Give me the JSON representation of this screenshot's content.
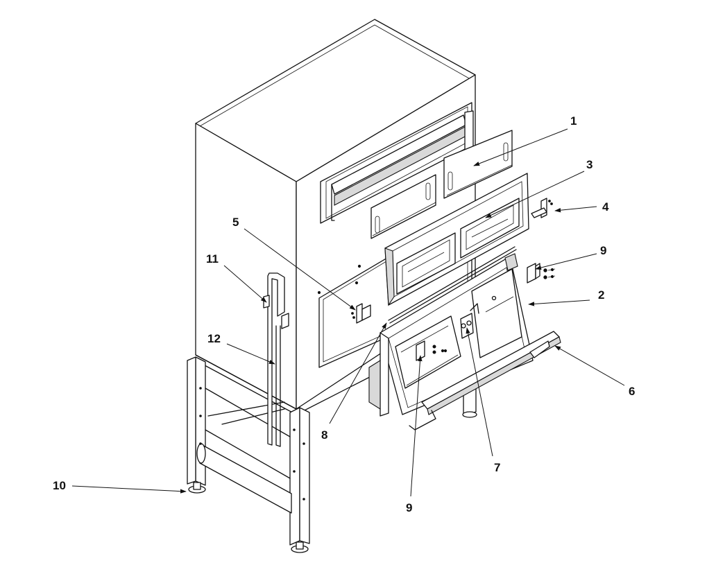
{
  "diagram": {
    "callouts": [
      {
        "id": "1",
        "label": "1"
      },
      {
        "id": "2",
        "label": "2"
      },
      {
        "id": "3",
        "label": "3"
      },
      {
        "id": "4",
        "label": "4"
      },
      {
        "id": "5",
        "label": "5"
      },
      {
        "id": "6",
        "label": "6"
      },
      {
        "id": "7",
        "label": "7"
      },
      {
        "id": "8",
        "label": "8"
      },
      {
        "id": "9a",
        "label": "9"
      },
      {
        "id": "9b",
        "label": "9"
      },
      {
        "id": "10",
        "label": "10"
      },
      {
        "id": "11",
        "label": "11"
      },
      {
        "id": "12",
        "label": "12"
      }
    ],
    "colors": {
      "line": "#111111",
      "background": "#ffffff",
      "shade": "#d9d9d9"
    }
  }
}
